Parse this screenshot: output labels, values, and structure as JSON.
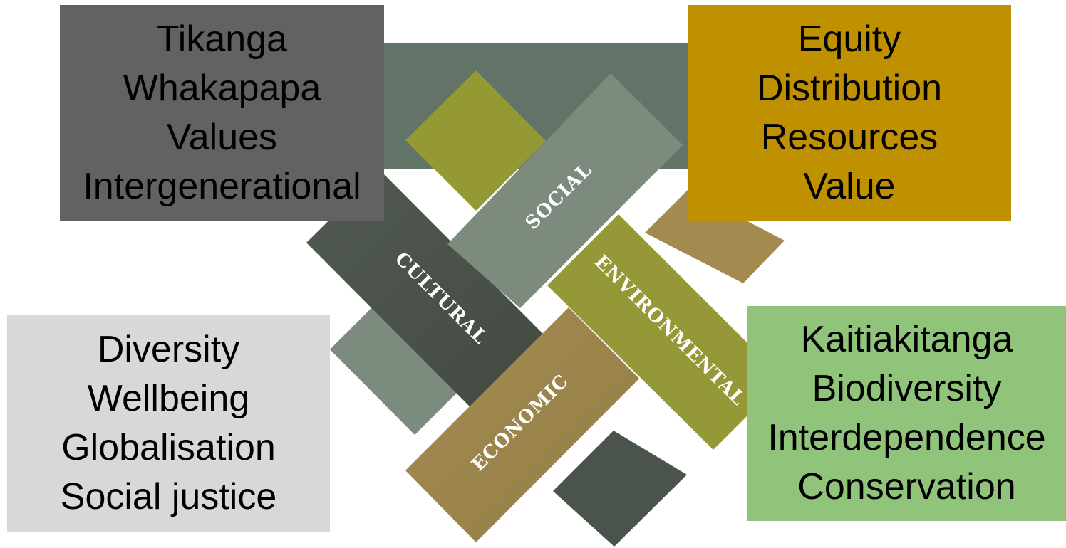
{
  "colors": {
    "cultural": "#515A51",
    "social": "#7D8A7E",
    "environmental": "#959836",
    "economic": "#A38B4F",
    "backdrop": "#627467",
    "olive_square": "#949934",
    "dark_square": "#4A544B"
  },
  "bands": {
    "social": "SOCIAL",
    "cultural": "CULTURAL",
    "environmental": "ENVIRONMENTAL",
    "economic": "ECONOMIC"
  },
  "boxes": {
    "cultural": {
      "color": "#626262",
      "items": [
        "Tikanga",
        "Whakapapa",
        "Values",
        "Intergenerational"
      ]
    },
    "economic": {
      "color": "#BF9100",
      "items": [
        "Equity",
        "Distribution",
        "Resources",
        "Value"
      ]
    },
    "social": {
      "color": "#D8D8D8",
      "items": [
        "Diversity",
        "Wellbeing",
        "Globalisation",
        "Social justice"
      ]
    },
    "environmental": {
      "color": "#90C47A",
      "items": [
        "Kaitiakitanga",
        "Biodiversity",
        "Interdependence",
        "Conservation"
      ]
    }
  }
}
